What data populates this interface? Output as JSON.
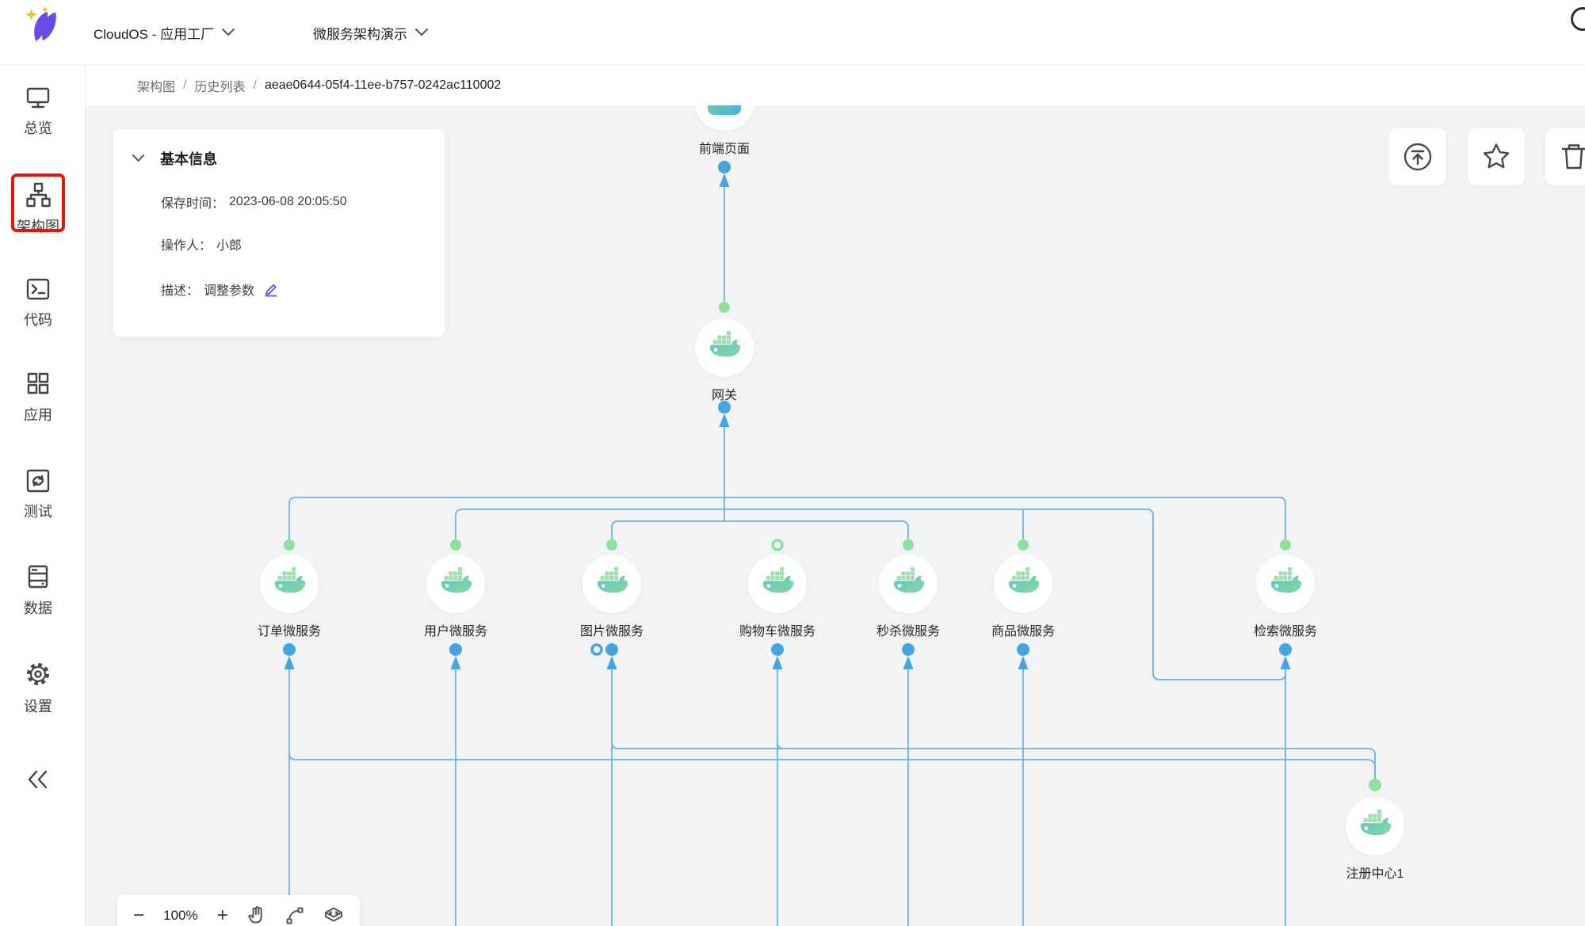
{
  "header": {
    "app_title": "CloudOS - 应用工厂",
    "project_title": "微服务架构演示",
    "logo_icon": "sparkle-feather-logo",
    "avatar_icon": "user-avatar-partial"
  },
  "breadcrumb": {
    "separator": "/",
    "items": [
      "架构图",
      "历史列表",
      "aeae0644-05f4-11ee-b757-0242ac110002"
    ]
  },
  "sidebar": {
    "items": [
      {
        "label": "总览",
        "icon": "monitor-icon",
        "active": false
      },
      {
        "label": "架构图",
        "icon": "architecture-icon",
        "active": true,
        "highlight": "red-box"
      },
      {
        "label": "代码",
        "icon": "code-terminal-icon",
        "active": false
      },
      {
        "label": "应用",
        "icon": "apps-grid-icon",
        "active": false
      },
      {
        "label": "测试",
        "icon": "test-cycle-icon",
        "active": false
      },
      {
        "label": "数据",
        "icon": "database-icon",
        "active": false
      },
      {
        "label": "设置",
        "icon": "gear-icon",
        "active": false
      }
    ],
    "collapse_icon": "collapse-double-chevron-icon"
  },
  "info_panel": {
    "collapse_icon": "chevron-down-icon",
    "title": "基本信息",
    "fields": [
      {
        "label": "保存时间：",
        "value": "2023-06-08 20:05:50"
      },
      {
        "label": "操作人：",
        "value": "小郎"
      },
      {
        "label": "描述：",
        "value": "调整参数",
        "edit_icon": "edit-pen-icon"
      }
    ]
  },
  "actions": [
    {
      "name": "publish",
      "icon": "upload-circle-icon"
    },
    {
      "name": "favorite",
      "icon": "star-icon"
    },
    {
      "name": "delete",
      "icon": "trash-icon"
    }
  ],
  "canvas": {
    "nodes": [
      {
        "label": "前端页面",
        "icon": "terminal-app-icon"
      },
      {
        "label": "网关",
        "icon": "docker-icon"
      },
      {
        "label": "订单微服务",
        "icon": "docker-icon"
      },
      {
        "label": "用户微服务",
        "icon": "docker-icon"
      },
      {
        "label": "图片微服务",
        "icon": "docker-icon"
      },
      {
        "label": "购物车微服务",
        "icon": "docker-icon"
      },
      {
        "label": "秒杀微服务",
        "icon": "docker-icon"
      },
      {
        "label": "商品微服务",
        "icon": "docker-icon"
      },
      {
        "label": "检索微服务",
        "icon": "docker-icon"
      },
      {
        "label": "注册中心1",
        "icon": "docker-icon"
      }
    ],
    "zoom_toolbar": {
      "zoom_out": "−",
      "zoom_level": "100%",
      "zoom_in": "+",
      "icons": [
        "hand-pan-icon",
        "connector-line-icon",
        "layers-box-icon"
      ]
    }
  },
  "colors": {
    "edge_blue": "#69b4df",
    "port_green": "#90e09e",
    "port_blue": "#44a5e0",
    "highlight_red": "#e8130c",
    "logo_purple": "#6a4ae8",
    "edit_purple": "#5b4fe9",
    "canvas_bg": "#f2f3f5"
  }
}
